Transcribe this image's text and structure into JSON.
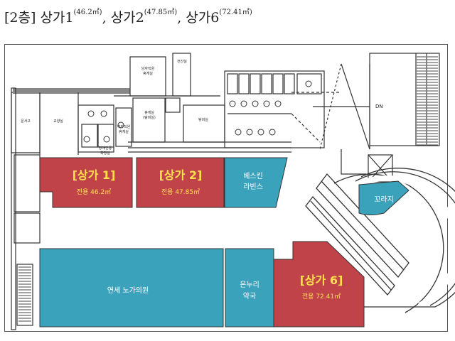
{
  "heading": {
    "floor": "[2층]",
    "items": [
      {
        "name": "상가1",
        "area": "(46.2㎡)",
        "sep": ","
      },
      {
        "name": "상가2",
        "area": "(47.85㎡)",
        "sep": ","
      },
      {
        "name": "상가6",
        "area": "(72.41㎡)",
        "sep": ""
      }
    ]
  },
  "units": {
    "store1": {
      "name": "[상가 1]",
      "area": "전용 46.2㎡"
    },
    "store2": {
      "name": "[상가 2]",
      "area": "전용 47.85㎡"
    },
    "store6": {
      "name": "[상가 6]",
      "area": "전용 72.41㎡"
    },
    "baskin": {
      "line1": "베스킨",
      "line2": "라빈스"
    },
    "clinic": {
      "name": "연세 노가의원"
    },
    "pharmacy": {
      "line1": "온누리",
      "line2": "약국"
    },
    "korazi": {
      "name": "꼬라지"
    }
  },
  "plan_labels": {
    "dn": "DN",
    "room_a": "문서고",
    "room_b": "교양실",
    "room_c": "남자직원\n휴게실",
    "room_d": "전산실",
    "room_e": "휴게실\n(탕비실)",
    "room_f": "탕비실",
    "room_g": "장애인용\n화장실",
    "room_h": "여자직원\n휴게실"
  },
  "colors": {
    "store_red": "#c0434a",
    "shop_blue": "#3aa3bb",
    "label_yellow": "#ffe04a",
    "line": "#333333"
  }
}
